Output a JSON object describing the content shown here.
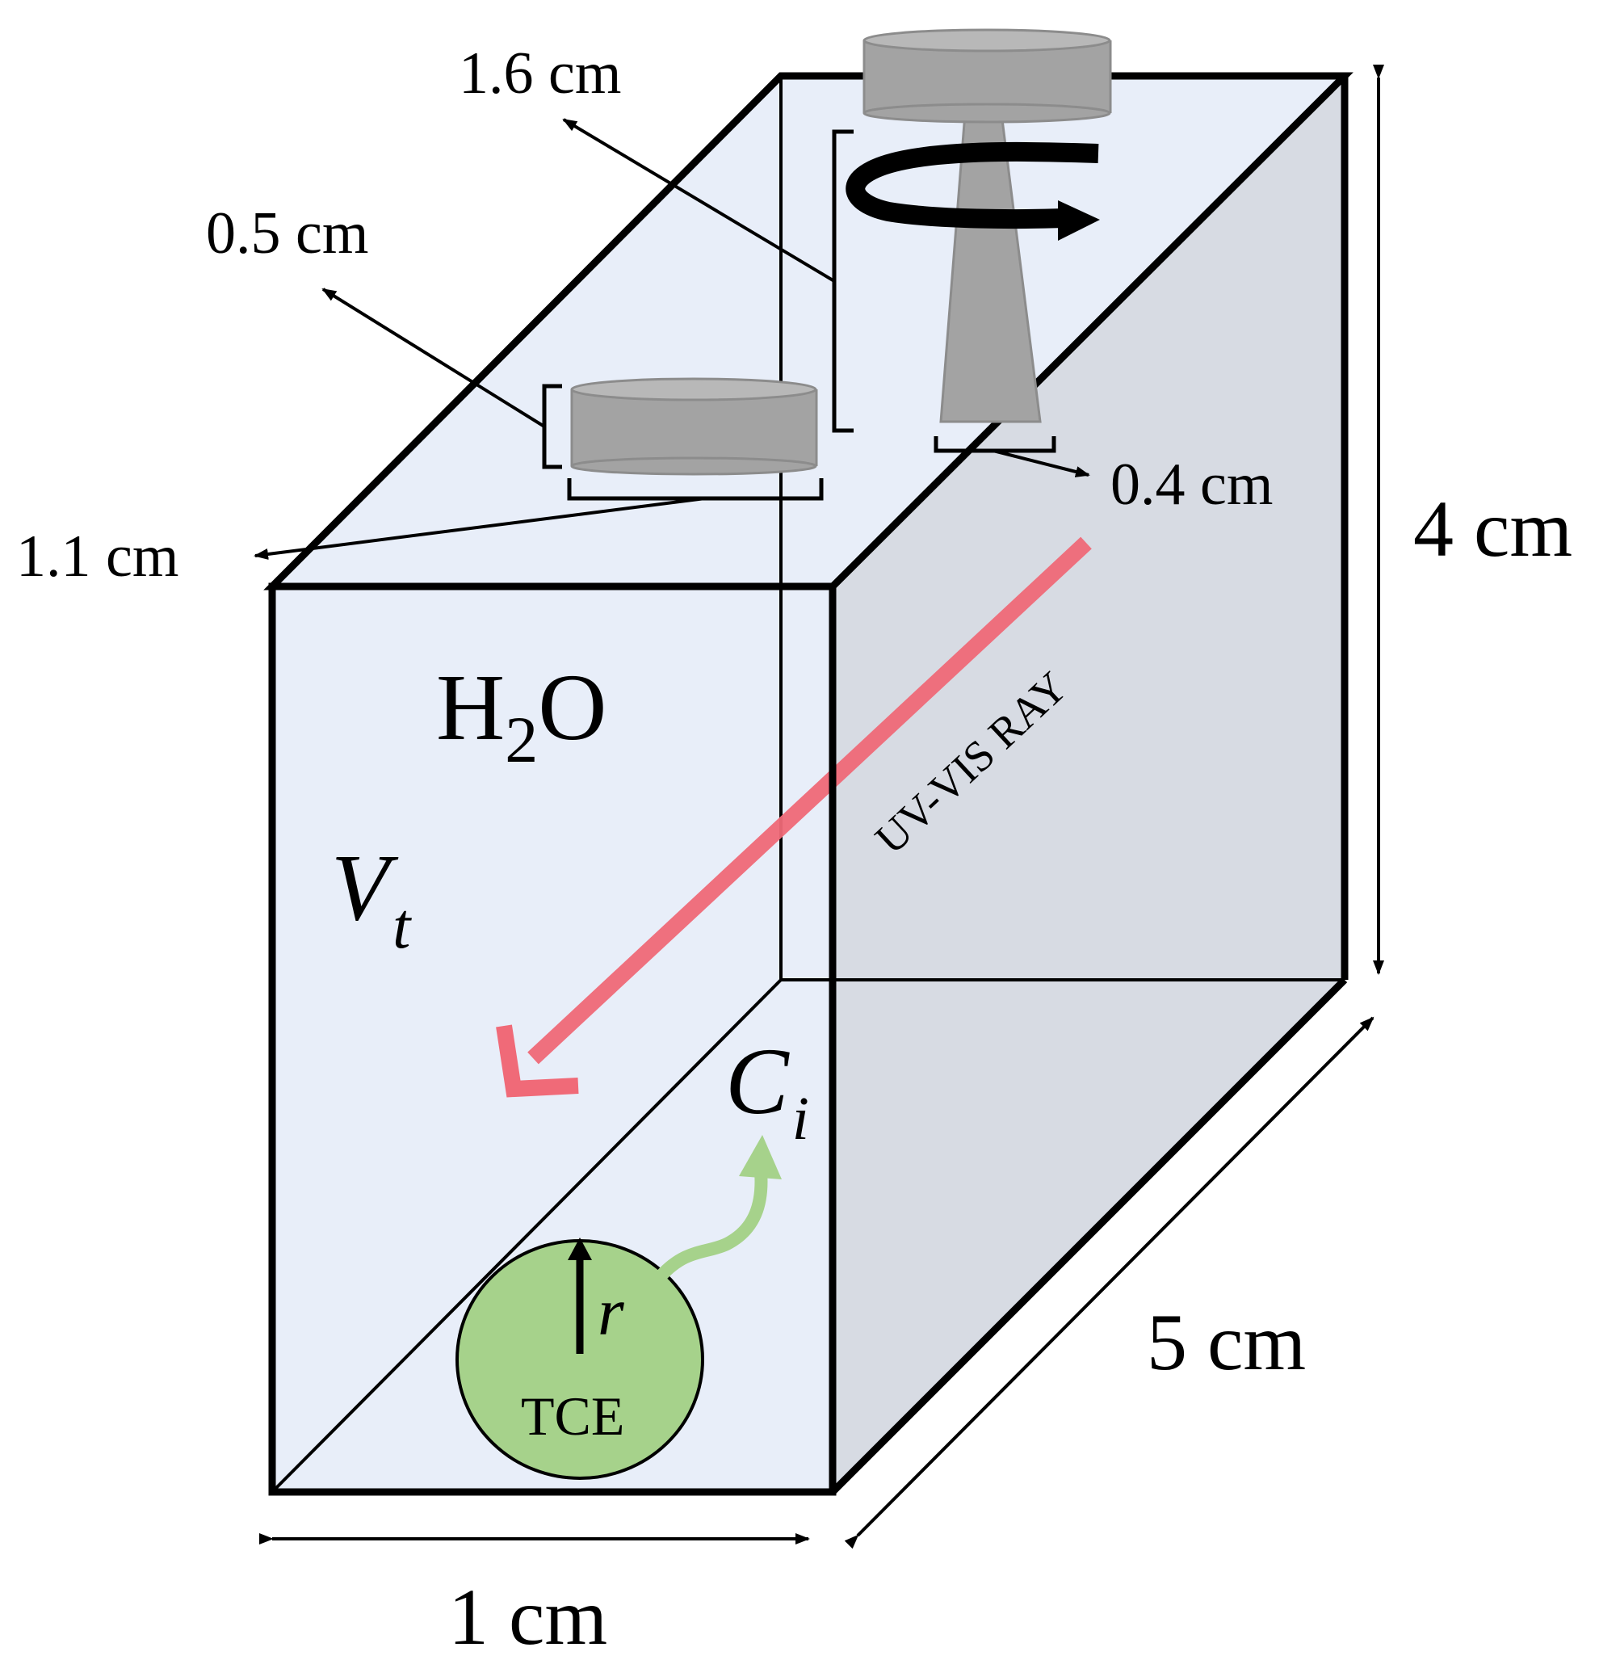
{
  "dimensions": {
    "width_label": "1 cm",
    "depth_label": "5 cm",
    "height_label": "4 cm",
    "stirrer_height_label": "1.6 cm",
    "stir_bar_height_label": "0.5 cm",
    "stir_bar_diameter_label": "1.1 cm",
    "shaft_width_label": "0.4 cm"
  },
  "labels": {
    "water": {
      "main": "H",
      "sub": "2",
      "tail": "O"
    },
    "volume": {
      "main": "V",
      "sub": "t"
    },
    "concentration": {
      "main": "C",
      "sub": "i"
    },
    "radius": "r",
    "droplet": "TCE",
    "ray": "UV-VIS RAY"
  },
  "colors": {
    "cuvette_front": "#e8eef9",
    "cuvette_side": "#d7dbe3",
    "stirrer_gray": "#a3a3a3",
    "uv_ray": "#f06a78",
    "droplet_fill": "#a6d28b",
    "droplet_arrow": "#a6d28b",
    "outline": "#000000"
  },
  "icons": {
    "rotation": "rotation-arrow-icon"
  }
}
